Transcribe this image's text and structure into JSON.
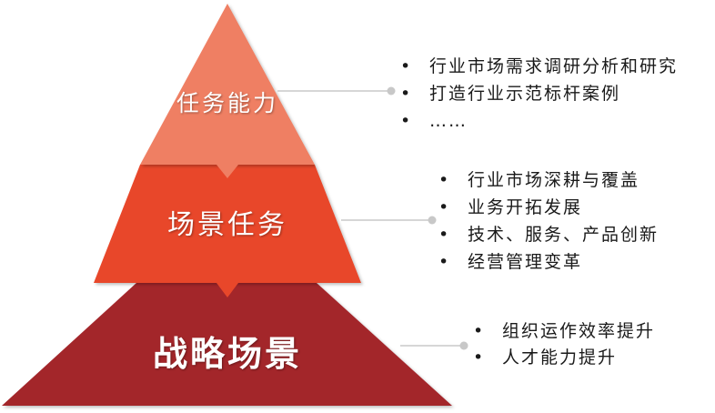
{
  "pyramid": {
    "tier1": {
      "label": "任务能力",
      "bullets": [
        "行业市场需求调研分析和研究",
        "打造行业示范标杆案例",
        "……"
      ]
    },
    "tier2": {
      "label": "场景任务",
      "bullets": [
        "行业市场深耕与覆盖",
        "业务开拓发展",
        "技术、服务、产品创新",
        "经营管理变革"
      ]
    },
    "tier3": {
      "label": "战略场景",
      "bullets": [
        "组织运作效率提升",
        "人才能力提升"
      ]
    }
  },
  "colors": {
    "tier1": "#ef7f63",
    "tier2": "#e8472a",
    "tier3": "#a3252c",
    "connector": "#c8c8c8"
  }
}
